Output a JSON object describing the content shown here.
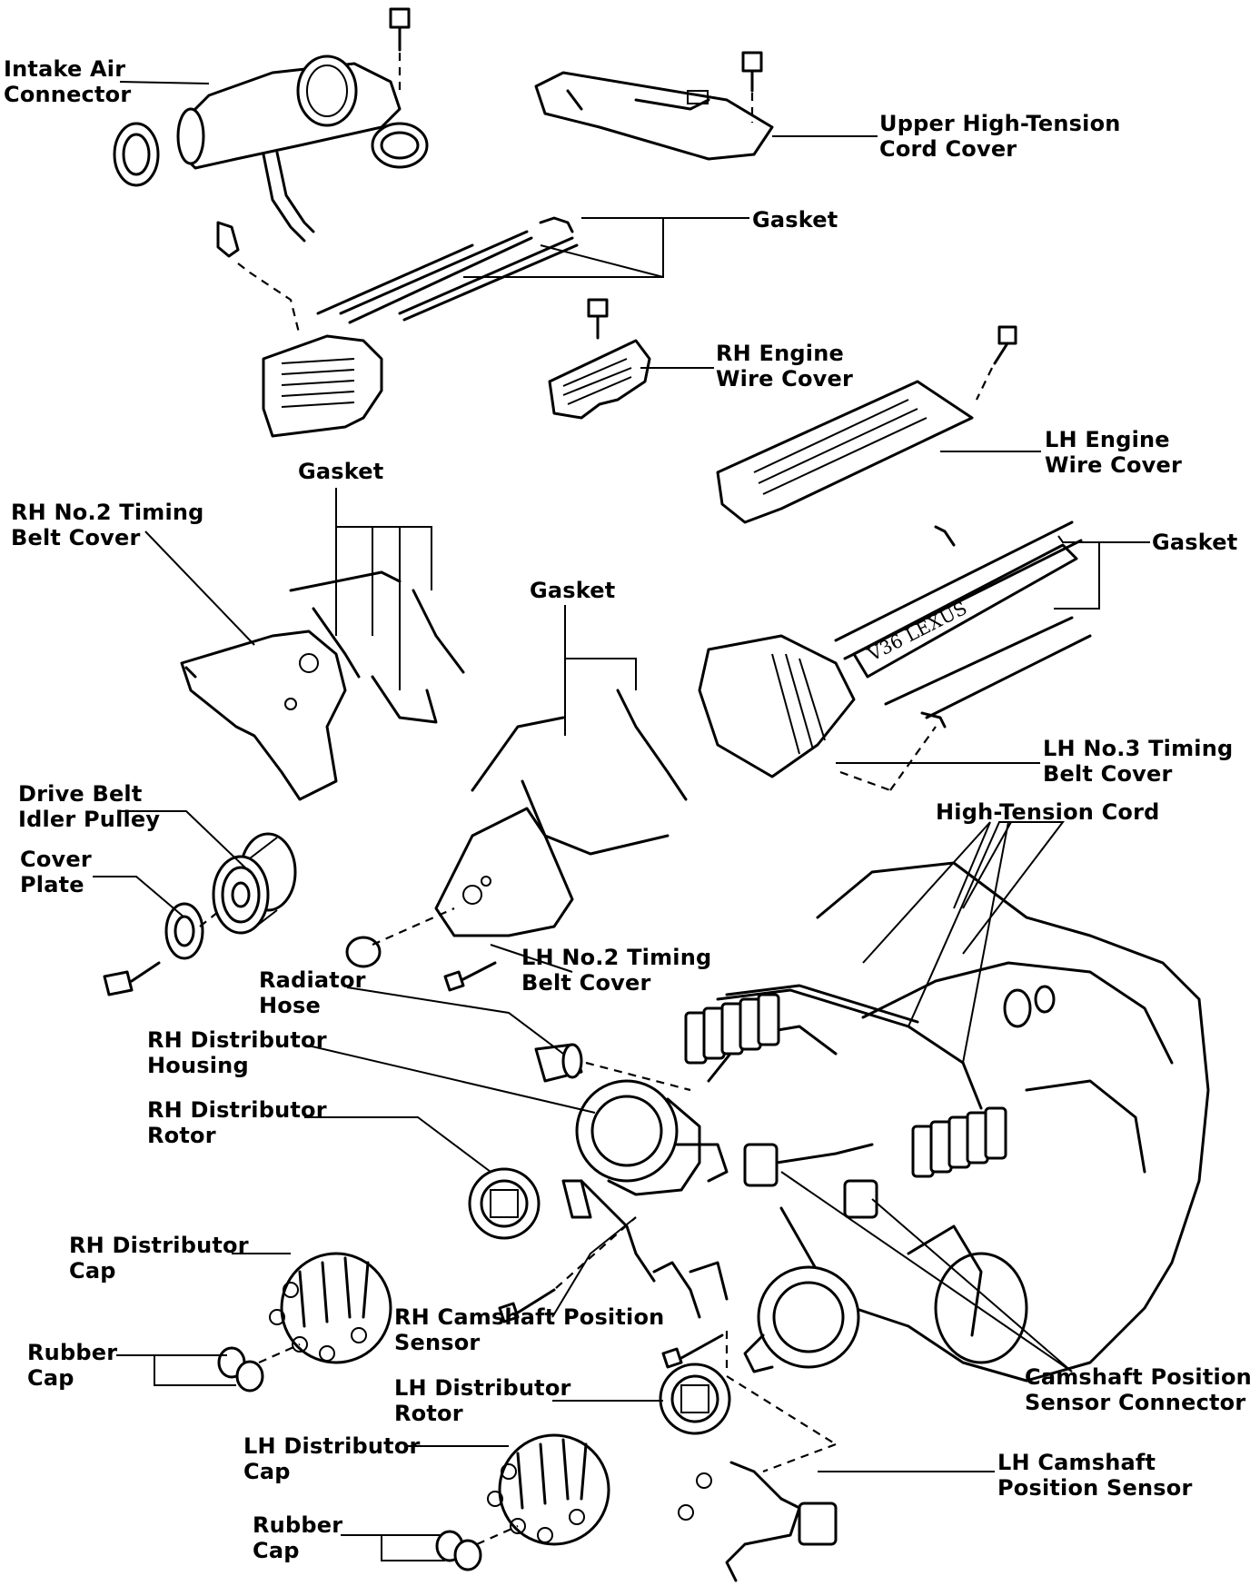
{
  "labels": {
    "intake_air_connector": [
      "Intake Air",
      "Connector"
    ],
    "upper_high_tension_cord_cover": [
      "Upper High-Tension",
      "Cord Cover"
    ],
    "gasket_top": [
      "Gasket"
    ],
    "rh_engine_wire_cover": [
      "RH Engine",
      "Wire Cover"
    ],
    "lh_engine_wire_cover": [
      "LH Engine",
      "Wire Cover"
    ],
    "gasket_left": [
      "Gasket"
    ],
    "rh_no2_timing_belt_cover": [
      "RH No.2 Timing",
      "Belt Cover"
    ],
    "gasket_right": [
      "Gasket"
    ],
    "gasket_middle": [
      "Gasket"
    ],
    "lh_no3_timing_belt_cover": [
      "LH No.3 Timing",
      "Belt Cover"
    ],
    "high_tension_cord": [
      "High-Tension Cord"
    ],
    "drive_belt_idler_pulley": [
      "Drive Belt",
      "Idler Pulley"
    ],
    "cover_plate": [
      "Cover",
      "Plate"
    ],
    "lh_no2_timing_belt_cover": [
      "LH No.2 Timing",
      "Belt Cover"
    ],
    "radiator_hose": [
      "Radiator",
      "Hose"
    ],
    "rh_distributor_housing": [
      "RH Distributor",
      "Housing"
    ],
    "rh_distributor_rotor": [
      "RH Distributor",
      "Rotor"
    ],
    "rh_distributor_cap": [
      "RH Distributor",
      "Cap"
    ],
    "rh_camshaft_position_sensor": [
      "RH Camshaft Position",
      "Sensor"
    ],
    "camshaft_position_sensor_connector": [
      "Camshaft Position",
      "Sensor Connector"
    ],
    "rubber_cap_upper": [
      "Rubber",
      "Cap"
    ],
    "lh_distributor_rotor": [
      "LH Distributor",
      "Rotor"
    ],
    "lh_distributor_cap": [
      "LH Distributor",
      "Cap"
    ],
    "lh_camshaft_position_sensor": [
      "LH Camshaft",
      "Position Sensor"
    ],
    "rubber_cap_lower": [
      "Rubber",
      "Cap"
    ]
  },
  "engraving": "V36 LEXUS"
}
